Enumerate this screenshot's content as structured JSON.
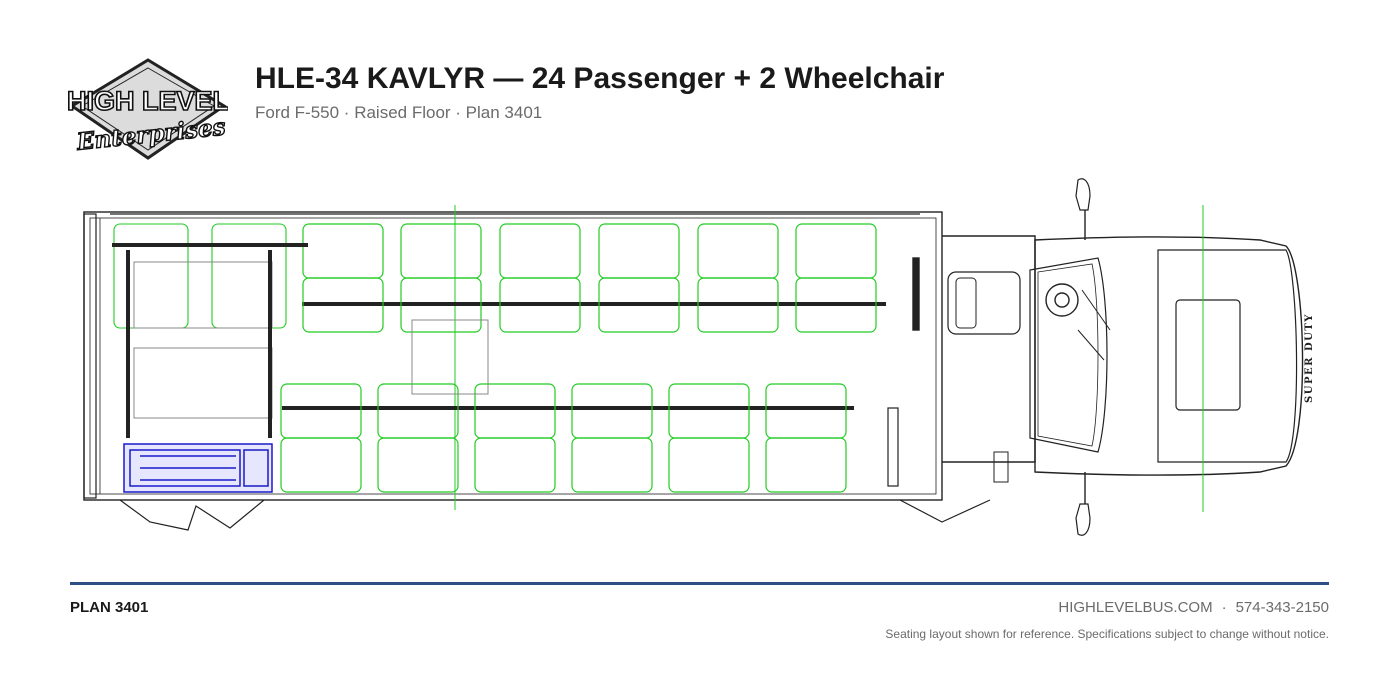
{
  "logo": {
    "line1": "HIGH LEVEL",
    "line2": "Enterprises"
  },
  "header": {
    "title": "HLE-34 KAVLYR — 24 Passenger + 2 Wheelchair",
    "subtitle": "Ford F-550 · Raised Floor · Plan 3401"
  },
  "truck": {
    "hood_text": "SUPER DUTY"
  },
  "footer": {
    "plan": "PLAN 3401",
    "website": "HIGHLEVELBUS.COM",
    "separator": "·",
    "phone": "574-343-2150",
    "disclaimer": "Seating layout shown for reference. Specifications subject to change without notice."
  },
  "colors": {
    "seat": "#22cc22",
    "lift": "#1a1acc",
    "outline": "#222222",
    "rule": "#2d4f86"
  }
}
